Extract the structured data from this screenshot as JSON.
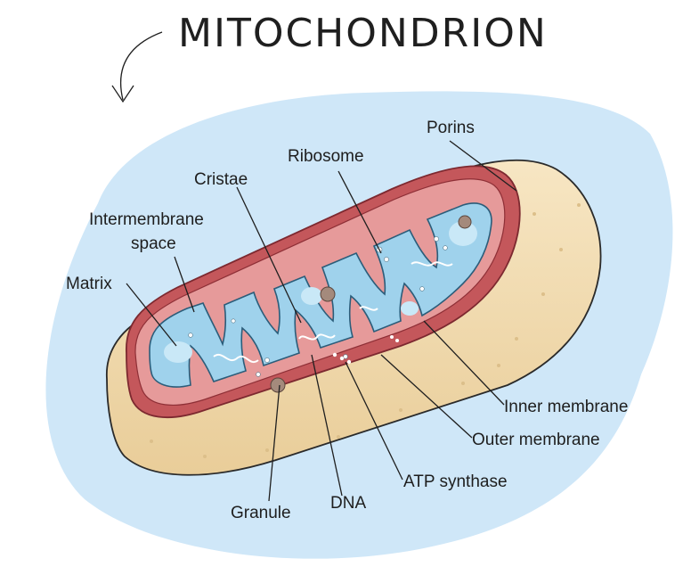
{
  "title": "MITOCHONDRION",
  "labels": {
    "porins": "Porins",
    "ribosome": "Ribosome",
    "cristae": "Cristae",
    "intermembrane_space_line1": "Intermembrane",
    "intermembrane_space_line2": "space",
    "matrix": "Matrix",
    "inner_membrane": "Inner membrane",
    "outer_membrane": "Outer membrane",
    "atp_synthase": "ATP synthase",
    "dna": "DNA",
    "granule": "Granule"
  },
  "colors": {
    "background_blob": "#cfe7f8",
    "outer_body": "#f3dfb6",
    "outer_shadow": "#e2c48d",
    "membrane_red": "#c4575b",
    "membrane_dark": "#8e2f36",
    "intermembrane": "#e69a9a",
    "matrix": "#9fd2ec",
    "matrix_light": "#c9e8f7",
    "granule": "#a48a7c"
  }
}
